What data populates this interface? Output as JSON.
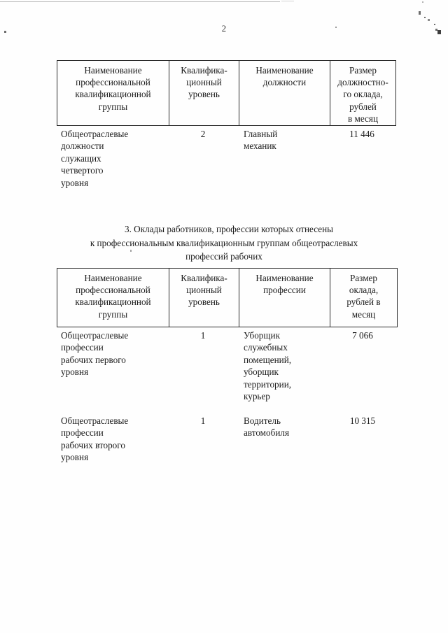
{
  "page": {
    "number": "2"
  },
  "tables": [
    {
      "name": "table-positions",
      "headers": [
        "Наименование\nпрофессиональной\nквалификационной\nгруппы",
        "Квалифика-\nционный\nуровень",
        "Наименование\nдолжности",
        "Размер\nдолжностно-\nго оклада,\nрублей\nв месяц"
      ],
      "rows": [
        {
          "group": "Общеотраслевые\nдолжности\nслужащих\nчетвертого\nуровня",
          "level": "2",
          "position": "Главный\nмеханик",
          "salary": "11 446"
        }
      ]
    },
    {
      "name": "table-workers",
      "headers": [
        "Наименование\nпрофессиональной\nквалификационной\nгруппы",
        "Квалифика-\nционный\nуровень",
        "Наименование\nпрофессии",
        "Размер\nоклада,\nрублей в\nмесяц"
      ],
      "rows": [
        {
          "group": "Общеотраслевые\nпрофессии\nрабочих первого\nуровня",
          "level": "1",
          "position": "Уборщик\nслужебных\nпомещений,\nуборщик\nтерритории,\nкурьер",
          "salary": "7 066"
        },
        {
          "group": "Общеотраслевые\nпрофессии\nрабочих второго\nуровня",
          "level": "1",
          "position": "Водитель\nавтомобиля",
          "salary": "10 315"
        }
      ]
    }
  ],
  "section_heading": {
    "line1": "3.  Оклады работников, профессии которых отнесены",
    "line2": "к профессиональным квалификационным группам общеотраслевых",
    "line3": "профессий рабочих"
  }
}
